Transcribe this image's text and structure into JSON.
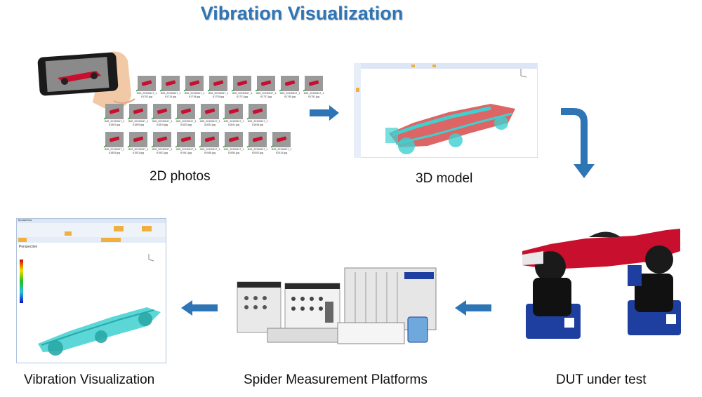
{
  "title": "Vibration Visualization",
  "captions": {
    "photos": "2D photos",
    "model": "3D model",
    "dut": "DUT under test",
    "spider": "Spider Measurement Platforms",
    "viz": "Vibration Visualization"
  },
  "colors": {
    "title": "#2e75b6",
    "arrow": "#2e75b6",
    "car_red": "#c8102e",
    "mesh_cyan": "#3fd0d0",
    "shaker_blue": "#1f3fa0"
  },
  "photo_grid": {
    "filenames": [
      "IMG_20190617_161702.jpg",
      "IMG_20190617_161710.jpg",
      "IMG_20190617_161718.jpg",
      "IMG_20190617_161725.jpg",
      "IMG_20190617_161731.jpg",
      "IMG_20190617_161737.jpg",
      "IMG_20190617_161745.jpg",
      "IMG_20190617_161751.jpg",
      "IMG_20190617_161802.jpg",
      "IMG_20190617_161809.jpg",
      "IMG_20190617_161819.jpg",
      "IMG_20190617_161825.jpg",
      "IMG_20190617_161833.jpg",
      "IMG_20190617_161841.jpg",
      "IMG_20190617_161848.jpg",
      "IMG_20190617_161853.jpg",
      "IMG_20190617_161923.jpg",
      "IMG_20190617_161932.jpg",
      "IMG_20190617_161941.jpg",
      "IMG_20190617_161948.jpg",
      "IMG_20190617_161954.jpg",
      "IMG_20190617_162003.jpg",
      "IMG_20190617_162014.jpg"
    ]
  },
  "viz_window": {
    "window_title": "ModalView",
    "view_label": "Perspective"
  }
}
